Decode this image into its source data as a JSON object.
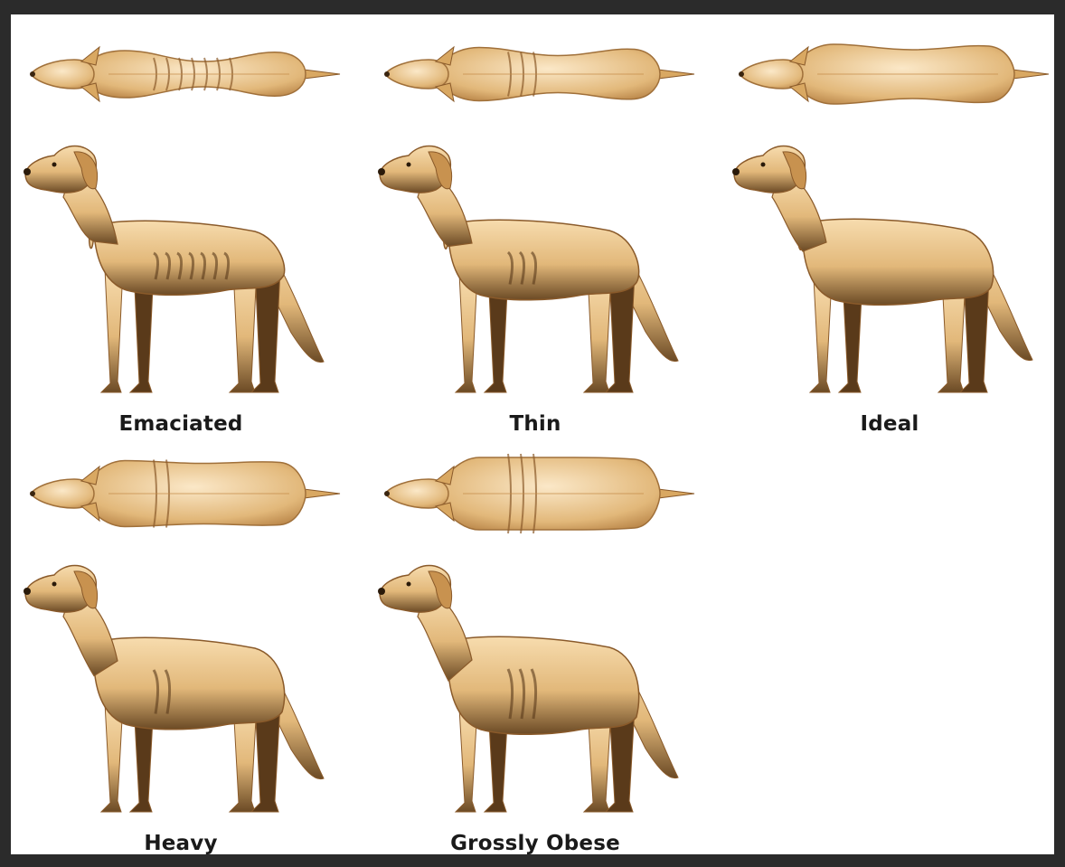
{
  "panels": [
    {
      "label": "Emaciated",
      "fat": 0.0,
      "ribs": 7
    },
    {
      "label": "Thin",
      "fat": 0.25,
      "ribs": 3
    },
    {
      "label": "Ideal",
      "fat": 0.5,
      "ribs": 0
    },
    {
      "label": "Heavy",
      "fat": 0.75,
      "ribs": 2
    },
    {
      "label": "Grossly Obese",
      "fat": 1.0,
      "ribs": 3
    }
  ],
  "colors": {
    "fur_light": "#f7dcae",
    "fur_mid": "#e2b87a",
    "fur_dark": "#6b4a25",
    "border": "#2b2b2b",
    "background": "#ffffff"
  }
}
